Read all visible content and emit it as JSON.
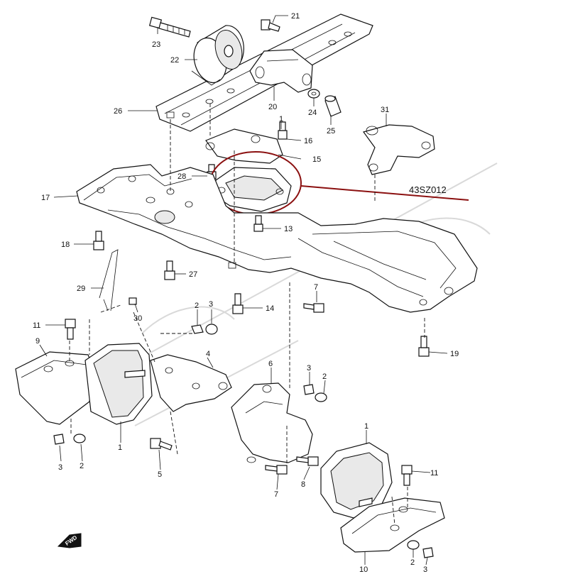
{
  "diagram": {
    "reference_code": "43SZ012",
    "highlight_color": "#8b1010",
    "fwd_label": "FWD",
    "callouts": [
      {
        "id": "21",
        "text": "21"
      },
      {
        "id": "23",
        "text": "23"
      },
      {
        "id": "22",
        "text": "22"
      },
      {
        "id": "20",
        "text": "20"
      },
      {
        "id": "24",
        "text": "24"
      },
      {
        "id": "25",
        "text": "25"
      },
      {
        "id": "26",
        "text": "26"
      },
      {
        "id": "31",
        "text": "31"
      },
      {
        "id": "1a",
        "text": "1"
      },
      {
        "id": "16",
        "text": "16"
      },
      {
        "id": "15",
        "text": "15"
      },
      {
        "id": "28",
        "text": "28"
      },
      {
        "id": "17",
        "text": "17"
      },
      {
        "id": "13",
        "text": "13"
      },
      {
        "id": "18",
        "text": "18"
      },
      {
        "id": "27",
        "text": "27"
      },
      {
        "id": "29",
        "text": "29"
      },
      {
        "id": "30",
        "text": "30"
      },
      {
        "id": "7a",
        "text": "7"
      },
      {
        "id": "14",
        "text": "14"
      },
      {
        "id": "2a",
        "text": "2"
      },
      {
        "id": "3a",
        "text": "3"
      },
      {
        "id": "11a",
        "text": "11"
      },
      {
        "id": "9",
        "text": "9"
      },
      {
        "id": "4",
        "text": "4"
      },
      {
        "id": "19",
        "text": "19"
      },
      {
        "id": "6",
        "text": "6"
      },
      {
        "id": "3b",
        "text": "3"
      },
      {
        "id": "2b",
        "text": "2"
      },
      {
        "id": "1b",
        "text": "1"
      },
      {
        "id": "3c",
        "text": "3"
      },
      {
        "id": "2c",
        "text": "2"
      },
      {
        "id": "5",
        "text": "5"
      },
      {
        "id": "1c",
        "text": "1"
      },
      {
        "id": "11b",
        "text": "11"
      },
      {
        "id": "7b",
        "text": "7"
      },
      {
        "id": "8",
        "text": "8"
      },
      {
        "id": "10",
        "text": "10"
      },
      {
        "id": "2d",
        "text": "2"
      },
      {
        "id": "3d",
        "text": "3"
      }
    ]
  }
}
